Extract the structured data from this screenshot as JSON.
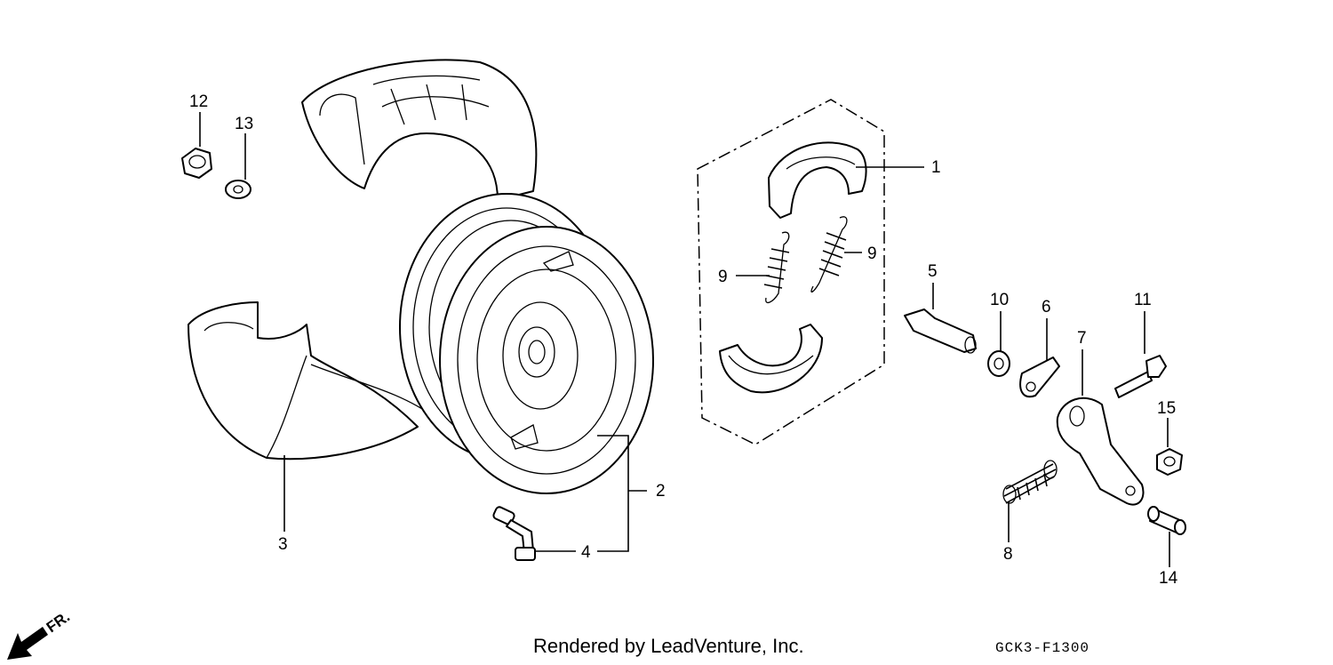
{
  "callouts": [
    {
      "id": "1",
      "label": "1"
    },
    {
      "id": "2",
      "label": "2"
    },
    {
      "id": "3",
      "label": "3"
    },
    {
      "id": "4",
      "label": "4"
    },
    {
      "id": "5",
      "label": "5"
    },
    {
      "id": "6",
      "label": "6"
    },
    {
      "id": "7",
      "label": "7"
    },
    {
      "id": "8",
      "label": "8"
    },
    {
      "id": "9a",
      "label": "9"
    },
    {
      "id": "9b",
      "label": "9"
    },
    {
      "id": "10",
      "label": "10"
    },
    {
      "id": "11",
      "label": "11"
    },
    {
      "id": "12",
      "label": "12"
    },
    {
      "id": "13",
      "label": "13"
    },
    {
      "id": "14",
      "label": "14"
    },
    {
      "id": "15",
      "label": "15"
    }
  ],
  "footer": {
    "credit": "Rendered by LeadVenture, Inc.",
    "diagram_code": "GCK3-F1300"
  },
  "direction_marker": {
    "label": "FR.",
    "icon": "front-direction-arrow-icon"
  }
}
